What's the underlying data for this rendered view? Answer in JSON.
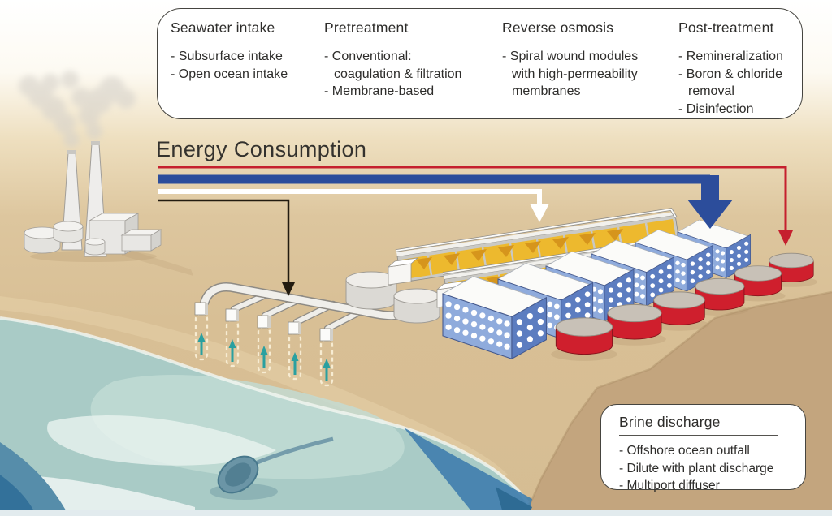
{
  "energy_label": "Energy Consumption",
  "info_box": {
    "columns": [
      {
        "title": "Seawater intake",
        "items": [
          "- Subsurface intake",
          "- Open ocean intake"
        ]
      },
      {
        "title": "Pretreatment",
        "items": [
          "- Conventional:",
          "coagulation & filtration",
          "- Membrane-based"
        ]
      },
      {
        "title": "Reverse osmosis",
        "items": [
          "- Spiral wound modules",
          "with high-permeability",
          "membranes"
        ]
      },
      {
        "title": "Post-treatment",
        "items": [
          "- Remineralization",
          "- Boron & chloride",
          "removal",
          "- Disinfection"
        ]
      }
    ]
  },
  "brine_box": {
    "title": "Brine discharge",
    "items": [
      "- Offshore ocean outfall",
      "- Dilute with plant discharge",
      "- Multiport diffuser"
    ]
  },
  "icons": {
    "energy_arrow_black": "arrow-to-seawater-intake",
    "energy_arrow_white": "arrow-to-pretreatment",
    "energy_arrow_blue": "arrow-to-reverse-osmosis",
    "energy_arrow_red": "arrow-to-brine-discharge",
    "intake_flow_arrow": "teal-up-arrow"
  },
  "colors": {
    "energy_red": "#c5202e",
    "energy_blue": "#2c4d9b",
    "energy_white": "#ffffff",
    "energy_black": "#221b10",
    "brine_tank_red": "#cf1f2d",
    "pretreatment_gold": "#edb92e",
    "ro_building_blue": "#8fabdc",
    "intake_arrow_teal": "#2aa0a0",
    "sand": "#dcc49c",
    "dark_dune": "#c3a57e",
    "ocean": "#a9cbc6"
  }
}
